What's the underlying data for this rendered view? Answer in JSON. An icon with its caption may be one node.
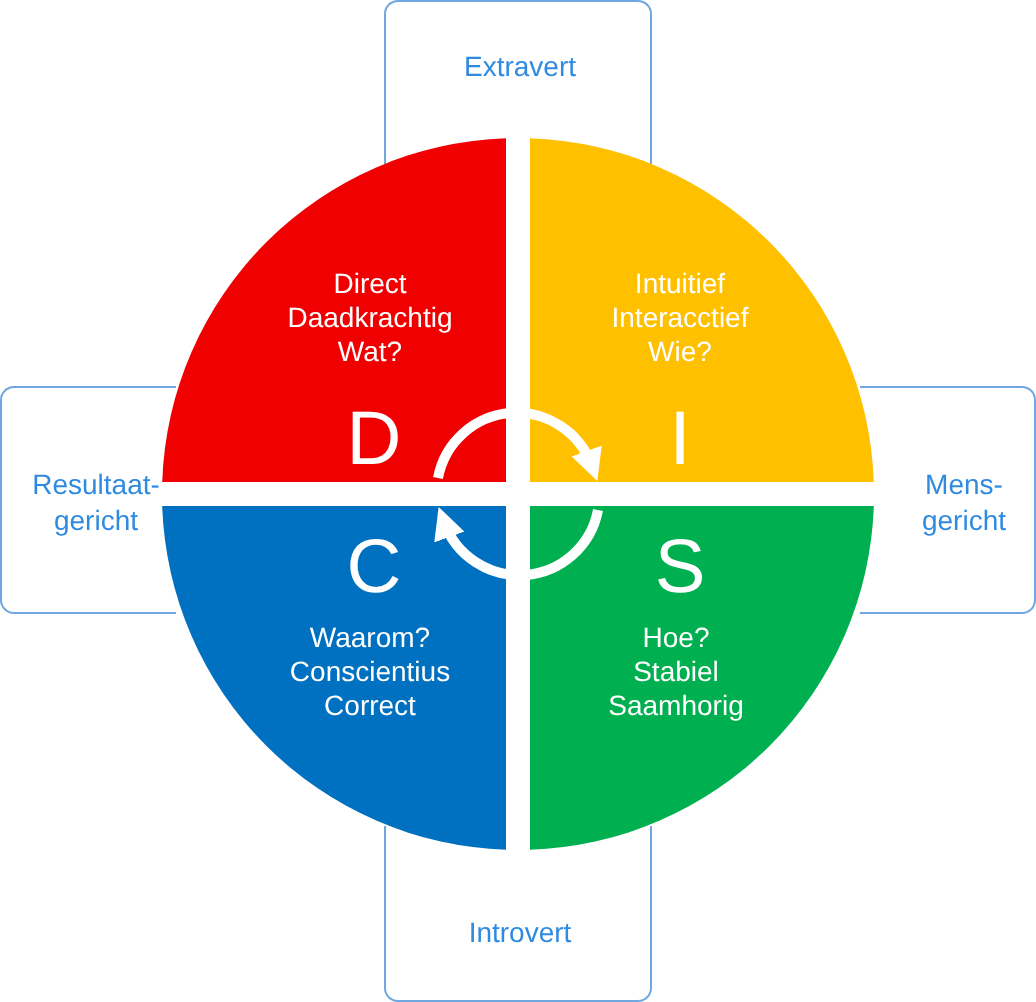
{
  "diagram": {
    "nodes": [
      {
        "text": [
          "Extravert"
        ]
      },
      {
        "text": [
          "Direct",
          "Daadkrachtig",
          "Wat?",
          "D"
        ]
      },
      {
        "text": [
          "Intuitief",
          "Interacctief",
          "Wie?",
          "I"
        ]
      },
      {
        "text": [
          "Resultaat-gericht"
        ]
      },
      {
        "text": [
          "Mens-gericht"
        ]
      },
      {
        "text": [
          "C",
          "Waarom?",
          "Conscientius",
          "Correct"
        ]
      },
      {
        "text": [
          "S",
          "Hoe?",
          "Stabiel",
          "Saamhorig"
        ]
      },
      {
        "text": [
          "Introvert"
        ]
      }
    ],
    "edges": [
      {
        "from": 1,
        "to": 2,
        "arrow": "to"
      },
      {
        "from": 6,
        "to": 5,
        "arrow": "to"
      }
    ]
  }
}
